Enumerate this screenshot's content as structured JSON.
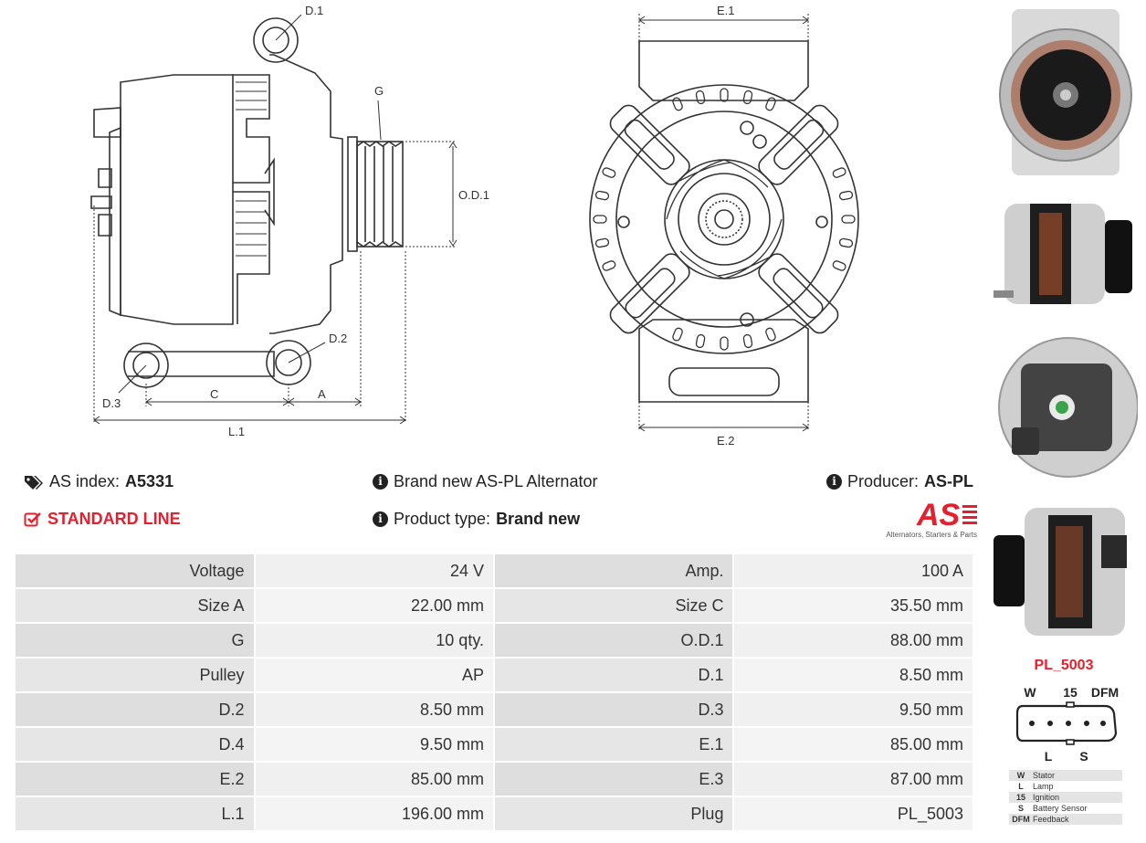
{
  "drawing": {
    "labels": {
      "d1": "D.1",
      "d2": "D.2",
      "d3": "D.3",
      "g": "G",
      "od1": "O.D.1",
      "c": "C",
      "a": "A",
      "l1": "L.1",
      "e1": "E.1",
      "e2": "E.2"
    }
  },
  "info": {
    "as_index_label": "AS index:",
    "as_index_value": "A5331",
    "line": "STANDARD LINE",
    "title": "Brand new AS-PL Alternator",
    "product_type_label": "Product type:",
    "product_type_value": "Brand new",
    "producer_label": "Producer:",
    "producer_value": "AS-PL"
  },
  "logo": {
    "text": "AS",
    "tagline": "Alternators, Starters & Parts"
  },
  "specs": [
    {
      "k1": "Voltage",
      "v1": "24 V",
      "k2": "Amp.",
      "v2": "100 A"
    },
    {
      "k1": "Size A",
      "v1": "22.00 mm",
      "k2": "Size C",
      "v2": "35.50 mm"
    },
    {
      "k1": "G",
      "v1": "10 qty.",
      "k2": "O.D.1",
      "v2": "88.00 mm"
    },
    {
      "k1": "Pulley",
      "v1": "AP",
      "k2": "D.1",
      "v2": "8.50 mm"
    },
    {
      "k1": "D.2",
      "v1": "8.50 mm",
      "k2": "D.3",
      "v2": "9.50 mm"
    },
    {
      "k1": "D.4",
      "v1": "9.50 mm",
      "k2": "E.1",
      "v2": "85.00 mm"
    },
    {
      "k1": "E.2",
      "v1": "85.00 mm",
      "k2": "E.3",
      "v2": "87.00 mm"
    },
    {
      "k1": "L.1",
      "v1": "196.00 mm",
      "k2": "Plug",
      "v2": "PL_5003"
    }
  ],
  "plug": {
    "code": "PL_5003",
    "top_pins": [
      "W",
      "15",
      "DFM"
    ],
    "bottom_pins": [
      "L",
      "S"
    ],
    "legend": [
      {
        "pin": "W",
        "desc": "Stator"
      },
      {
        "pin": "L",
        "desc": "Lamp"
      },
      {
        "pin": "15",
        "desc": "Ignition"
      },
      {
        "pin": "S",
        "desc": "Battery Sensor"
      },
      {
        "pin": "DFM",
        "desc": "Feedback"
      }
    ]
  },
  "colors": {
    "accent_red": "#e4202e",
    "line_dark": "#333333"
  },
  "icons": [
    "tags-icon",
    "checkbox-icon",
    "info-icon"
  ]
}
